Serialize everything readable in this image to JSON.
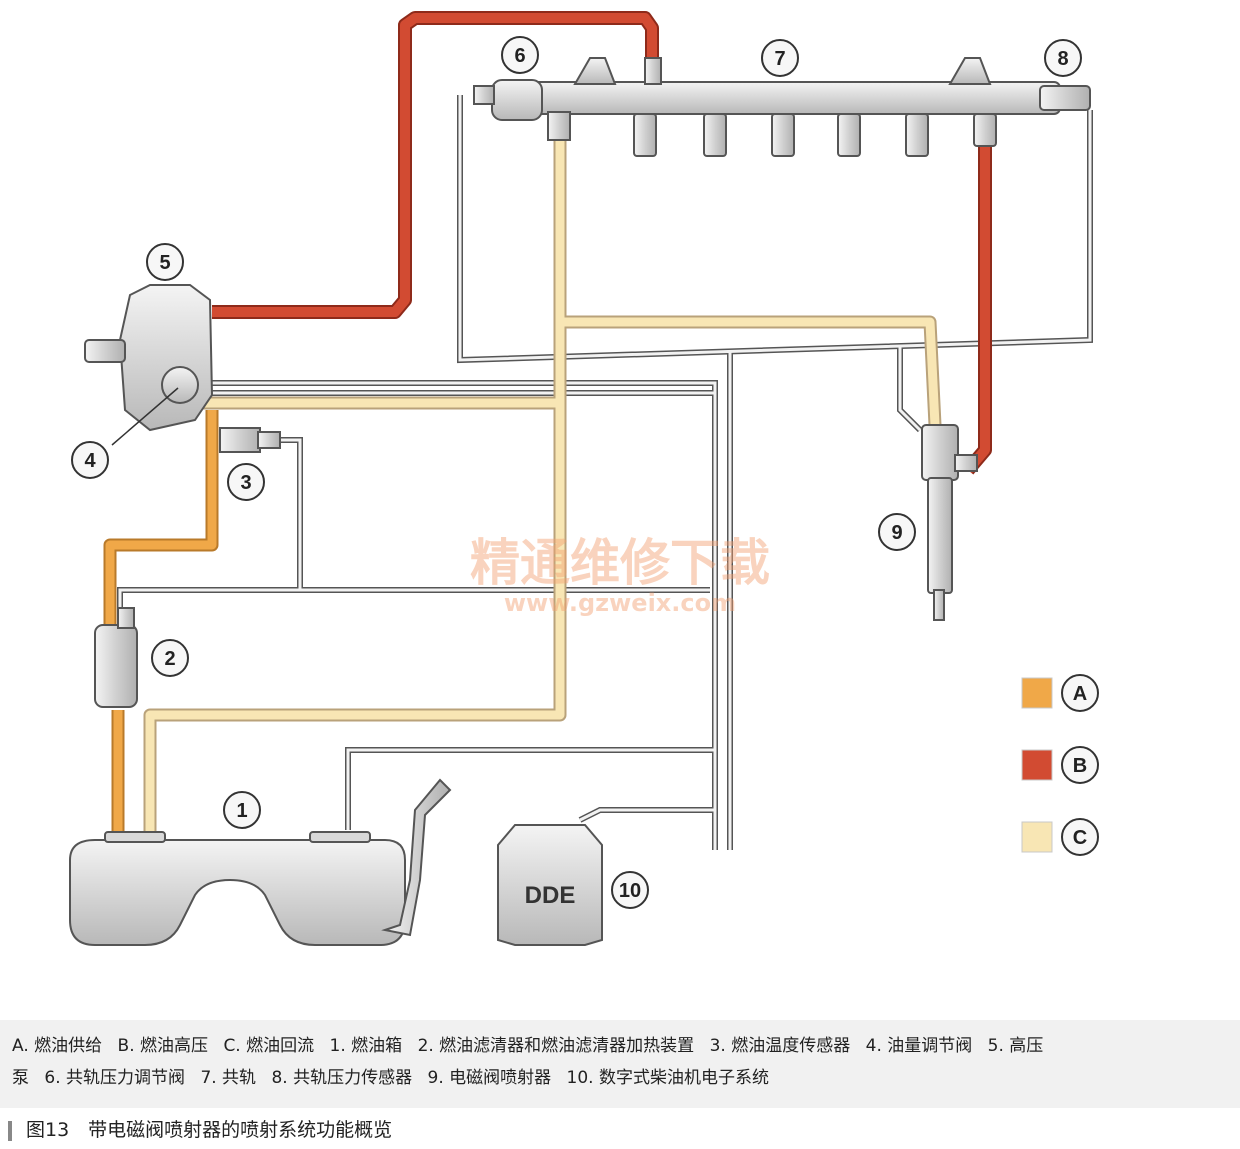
{
  "callouts": [
    {
      "id": "c1",
      "label": "1"
    },
    {
      "id": "c2",
      "label": "2"
    },
    {
      "id": "c3",
      "label": "3"
    },
    {
      "id": "c4",
      "label": "4"
    },
    {
      "id": "c5",
      "label": "5"
    },
    {
      "id": "c6",
      "label": "6"
    },
    {
      "id": "c7",
      "label": "7"
    },
    {
      "id": "c8",
      "label": "8"
    },
    {
      "id": "c9",
      "label": "9"
    },
    {
      "id": "c10",
      "label": "10"
    }
  ],
  "dde_label": "DDE",
  "legend": [
    {
      "key": "A",
      "color": "#f0a848"
    },
    {
      "key": "B",
      "color": "#d24b32"
    },
    {
      "key": "C",
      "color": "#f8e6b4"
    }
  ],
  "watermark": {
    "title": "精通维修下载",
    "url": "www.gzweix.com"
  },
  "caption": {
    "line1": [
      "A. 燃油供给",
      "B. 燃油高压",
      "C. 燃油回流",
      "1. 燃油箱",
      "2. 燃油滤清器和燃油滤清器加热装置",
      "3. 燃油温度传感器",
      "4. 油量调节阀",
      "5. 高压"
    ],
    "line2": [
      "泵",
      "6. 共轨压力调节阀",
      "7. 共轨",
      "8. 共轨压力传感器",
      "9. 电磁阀喷射器",
      "10. 数字式柴油机电子系统"
    ]
  },
  "figure_title": "图13　带电磁阀喷射器的喷射系统功能概览",
  "colors": {
    "supply": "#f0a848",
    "high_pressure": "#d24b32",
    "return": "#f8e6b4",
    "component": "#e2e2e2",
    "outline": "#555555"
  }
}
